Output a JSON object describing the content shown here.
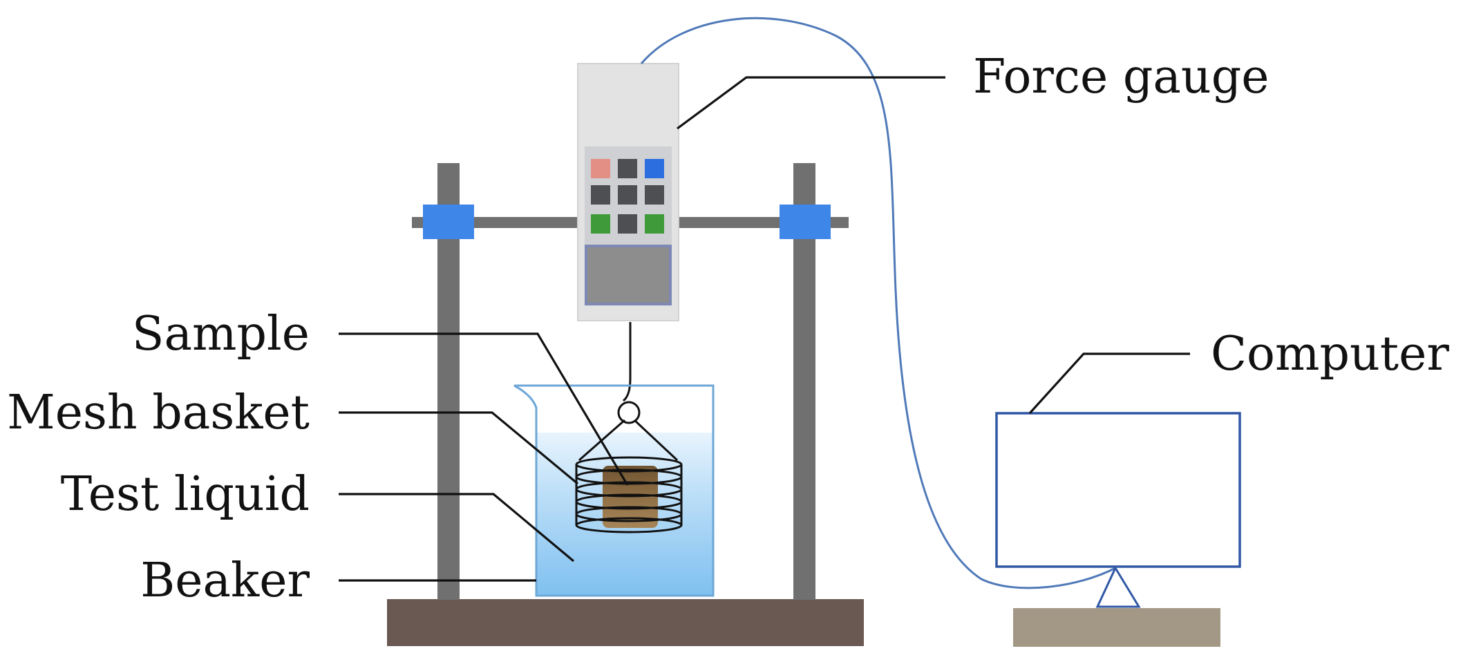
{
  "labels": {
    "force_gauge": "Force gauge",
    "computer": "Computer",
    "sample": "Sample",
    "mesh_basket": "Mesh basket",
    "test_liquid": "Test liquid",
    "beaker": "Beaker"
  },
  "colors": {
    "stand_base": "#6a5852",
    "stand_rod": "#707070",
    "clamp": "#3f86e9",
    "gauge_body": "#e3e3e3",
    "gauge_panel": "#cfd0d4",
    "key_red": "#e48f86",
    "key_dark": "#4e4f52",
    "key_blue": "#2c6ee0",
    "key_green": "#3f9b3a",
    "screen": "#8d8d8d",
    "screen_border": "#7d88b5",
    "liquid": "#8ec8f2",
    "beaker_outline": "#6da7d7",
    "sample": "#8b6b42",
    "cable": "#4f79b8",
    "monitor_outline": "#2f57a4",
    "monitor_base": "#a39886"
  }
}
